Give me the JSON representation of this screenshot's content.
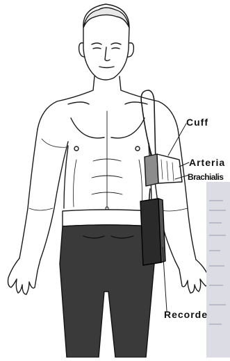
{
  "labels": {
    "cuff": "Cuff",
    "arteria": "Arteria",
    "brachialis": "Brachialis",
    "recorder": "Recorde"
  },
  "colors": {
    "line": "#1a1a1a",
    "trousers": "#3a3a3a",
    "cuff": "#8c8c8c",
    "recorder": "#2a2a2a",
    "inset": "#dcdde4"
  }
}
